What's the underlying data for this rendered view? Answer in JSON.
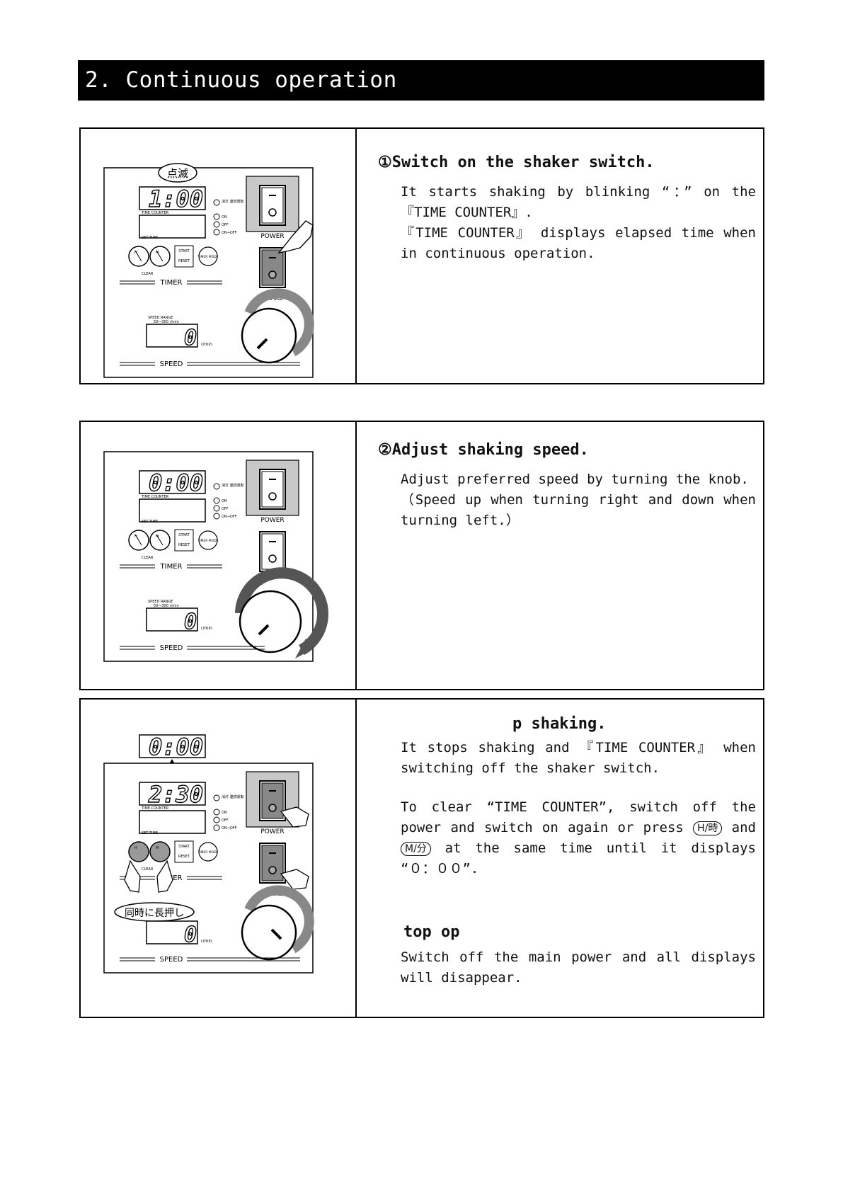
{
  "section_title": "2. Continuous operation",
  "panel1": {
    "blink_label": "点滅",
    "time_display": "1:00",
    "speed_display": "0",
    "step_title": "①Switch on the shaker switch.",
    "para1": "It starts shaking by blinking “：” on the 『TIME COUNTER』.",
    "para2": "『TIME COUNTER』 displays elapsed time when in continuous operation."
  },
  "panel2": {
    "time_display": "0:00",
    "speed_display": "0",
    "step_title": "②Adjust shaking speed.",
    "para1": "Adjust preferred speed by turning the knob.",
    "para2": "（Speed up when turning right and down when turning left.）"
  },
  "panel3": {
    "top_display": "0:00",
    "time_display": "2:30",
    "speed_display": "0",
    "hold_label": "同時に長押し",
    "step_title": "p shaking.",
    "para1": "It stops shaking and 『TIME COUNTER』 when switching off the shaker switch.",
    "para2_a": "To clear “TIME COUNTER”, switch off the power and switch on again or press",
    "btn_h": "H/時",
    "para2_and": "and",
    "btn_m": "M/分",
    "para2_b": "at the same time until it displays “０：００”.",
    "sub_title": "top op",
    "para3": "Switch off the main power and all displays will disappear."
  },
  "panel_labels": {
    "time_counter": "TIME COUNTER",
    "set_time": "SET TIME",
    "timer": "TIMER",
    "speed": "SPEED",
    "speed_range": "SPEED RANGE",
    "speed_range_value": "50～300 r/min",
    "unit": "r/min",
    "power": "POWER",
    "shake": "SHAKE",
    "clear": "CLEAR",
    "start": "START",
    "reset": "RESET",
    "timer_mode": "TIMER MODE",
    "led_top": "消灯 連続運転",
    "led_on": "ON",
    "led_off": "OFF",
    "led_onoff": "ON→OFF",
    "knob_h": "H",
    "knob_h_sub": "時",
    "knob_m": "M",
    "knob_m_sub": "分"
  }
}
